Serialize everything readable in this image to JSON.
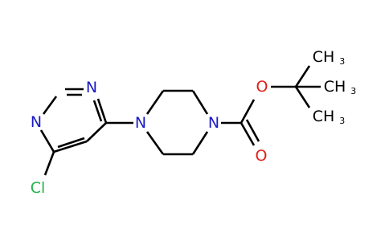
{
  "colors": {
    "background": "#ffffff",
    "bond": "#000000",
    "nitrogen": "#1a1ac4",
    "oxygen": "#e0201a",
    "chlorine": "#22b24a"
  },
  "atoms": {
    "n_pyrimidine_top": "N",
    "n_pyrimidine_left": "N",
    "chlorine": "Cl",
    "n_piperazine_left": "N",
    "n_piperazine_right": "N",
    "o_ester": "O",
    "o_carbonyl": "O"
  },
  "methyl_groups": [
    "CH3",
    "CH3",
    "CH3"
  ]
}
